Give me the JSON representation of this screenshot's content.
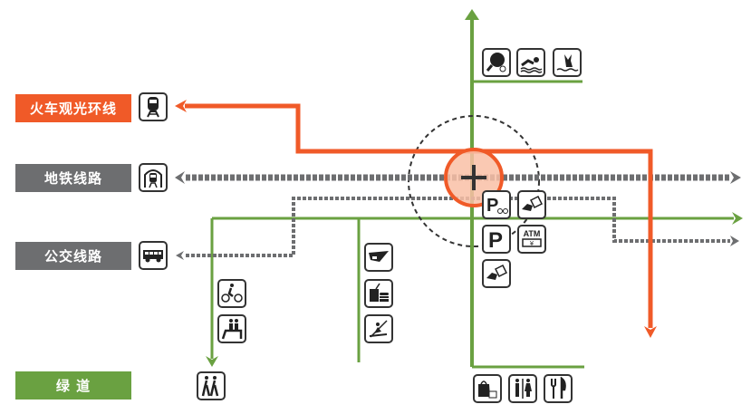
{
  "legend": {
    "train_loop": {
      "label": "火车观光环线",
      "color": "#f05a28",
      "icon": "train-icon"
    },
    "subway": {
      "label": "地铁线路",
      "color": "#6d6e70",
      "icon": "subway-icon"
    },
    "bus": {
      "label": "公交线路",
      "color": "#6d6e70",
      "icon": "bus-icon"
    },
    "greenway": {
      "label": "绿 道",
      "color": "#6aa141",
      "icon": "hiking-icon"
    }
  },
  "hub": {
    "symbol": "+",
    "fill": "#f9c0a6",
    "stroke": "#f05a28"
  },
  "facility_groups": {
    "top": [
      "table-tennis-icon",
      "swimming-icon",
      "water-sports-icon"
    ],
    "hub_cluster": [
      "bike-parking-icon",
      "ticket-icon",
      "car-parking-icon",
      "atm-icon",
      "ticket-icon"
    ],
    "atm_text": "ATM",
    "atm_currency": "¥",
    "left_branch": [
      "cycling-icon",
      "rest-seat-icon"
    ],
    "middle_branch": [
      "observation-icon",
      "fast-food-icon",
      "kayak-icon"
    ],
    "bottom": [
      "shopping-icon",
      "restroom-icon",
      "restaurant-icon"
    ]
  },
  "colors": {
    "green": "#6aa141",
    "orange": "#f05a28",
    "grey": "#6d6e70",
    "dark": "#333333"
  }
}
